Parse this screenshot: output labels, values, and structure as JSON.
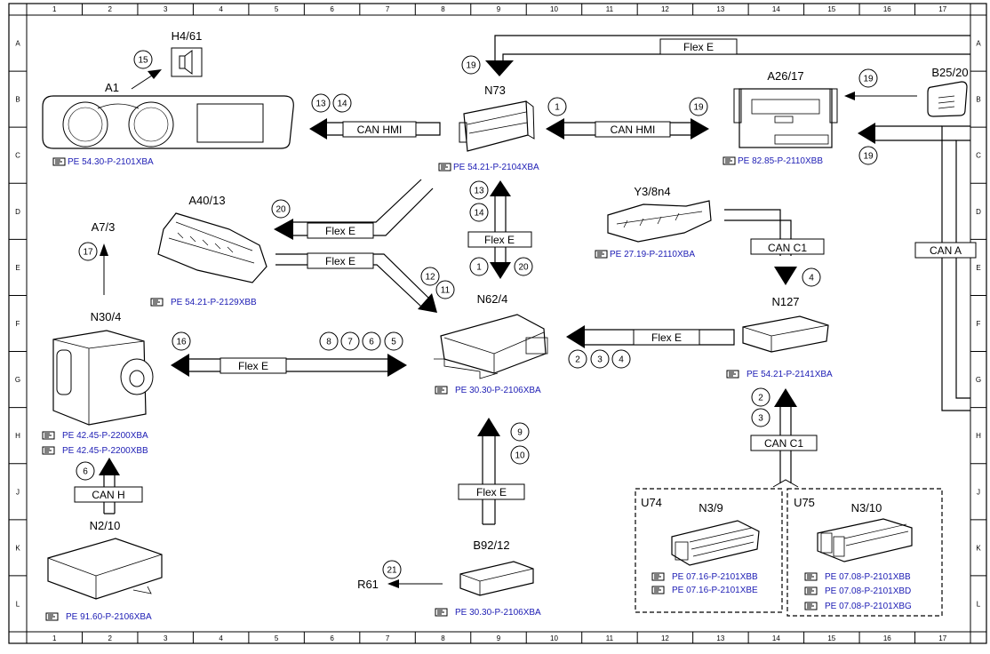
{
  "grid": {
    "columns": [
      "1",
      "2",
      "3",
      "4",
      "5",
      "6",
      "7",
      "8",
      "9",
      "10",
      "11",
      "12",
      "13",
      "14",
      "15",
      "16",
      "17"
    ],
    "rows": [
      "A",
      "B",
      "C",
      "D",
      "E",
      "F",
      "G",
      "H",
      "J",
      "K",
      "L"
    ]
  },
  "components": {
    "a1": {
      "label": "A1",
      "ref": "PE 54.30-P-2101XBA"
    },
    "h4_61": {
      "label": "H4/61"
    },
    "n73": {
      "label": "N73",
      "ref": "PE 54.21-P-2104XBA"
    },
    "a26_17": {
      "label": "A26/17",
      "ref": "PE 82.85-P-2110XBB"
    },
    "b25_20": {
      "label": "B25/20"
    },
    "a40_13": {
      "label": "A40/13",
      "ref": "PE 54.21-P-2129XBB"
    },
    "y3_8n4": {
      "label": "Y3/8n4",
      "ref": "PE 27.19-P-2110XBA"
    },
    "a7_3": {
      "label": "A7/3"
    },
    "n30_4": {
      "label": "N30/4",
      "ref1": "PE 42.45-P-2200XBA",
      "ref2": "PE 42.45-P-2200XBB"
    },
    "n62_4": {
      "label": "N62/4",
      "ref": "PE 30.30-P-2106XBA"
    },
    "n127": {
      "label": "N127",
      "ref": "PE 54.21-P-2141XBA"
    },
    "n2_10": {
      "label": "N2/10",
      "ref": "PE 91.60-P-2106XBA"
    },
    "b92_12": {
      "label": "B92/12",
      "ref": "PE 30.30-P-2106XBA"
    },
    "r61": {
      "label": "R61"
    },
    "u74": {
      "group": "U74",
      "label": "N3/9",
      "ref1": "PE 07.16-P-2101XBB",
      "ref2": "PE 07.16-P-2101XBE"
    },
    "u75": {
      "group": "U75",
      "label": "N3/10",
      "ref1": "PE 07.08-P-2101XBB",
      "ref2": "PE 07.08-P-2101XBD",
      "ref3": "PE 07.08-P-2101XBG"
    }
  },
  "buses": {
    "flex_e": "Flex E",
    "can_hmi": "CAN HMI",
    "can_c1": "CAN C1",
    "can_a": "CAN A",
    "can_h": "CAN H"
  },
  "callouts": {
    "c1": "1",
    "c2": "2",
    "c3": "3",
    "c4": "4",
    "c5": "5",
    "c6": "6",
    "c7": "7",
    "c8": "8",
    "c9": "9",
    "c10": "10",
    "c11": "11",
    "c12": "12",
    "c13": "13",
    "c14": "14",
    "c15": "15",
    "c16": "16",
    "c17": "17",
    "c19": "19",
    "c20": "20",
    "c21": "21"
  },
  "colors": {
    "ref_text": "#1c1cb4",
    "line": "#000000"
  }
}
